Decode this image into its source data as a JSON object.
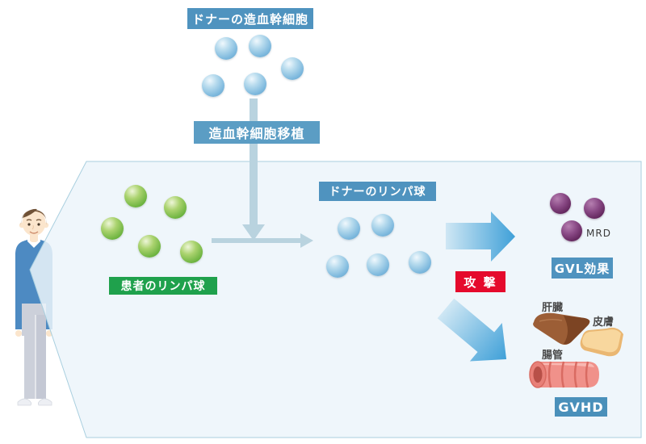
{
  "diagram": {
    "type": "medical-illustration",
    "topic": "Hematopoietic stem cell transplantation: GVL effect and GVHD",
    "labels": {
      "donor_stem_cells": "ドナーの造血幹細胞",
      "transplant": "造血幹細胞移植",
      "patient_lymphocytes": "患者のリンパ球",
      "donor_lymphocytes": "ドナーのリンパ球",
      "attack": "攻 撃",
      "mrd": "MRD",
      "gvl_effect": "GVL効果",
      "liver": "肝臓",
      "skin": "皮膚",
      "intestine": "腸管",
      "gvhd": "GVHD"
    },
    "cell_groups": {
      "donor_stem_cells_count": 5,
      "patient_lymphocytes_count": 5,
      "donor_lymphocytes_count": 5,
      "residual_tumor_cells_count": 3
    },
    "colors": {
      "label_blue": "#4f93bf",
      "label_green": "#1fa14c",
      "label_red": "#e50a2c",
      "panel_fill": "#ecf4fa",
      "panel_border": "#a9cfdf",
      "cell_blue": "#7cb8dd",
      "cell_green": "#6cb33f",
      "cell_purple": "#5f2359",
      "small_arrow": "#b9d3df",
      "big_arrow_start": "#cfe7f4",
      "big_arrow_end": "#3fa0d8"
    }
  }
}
